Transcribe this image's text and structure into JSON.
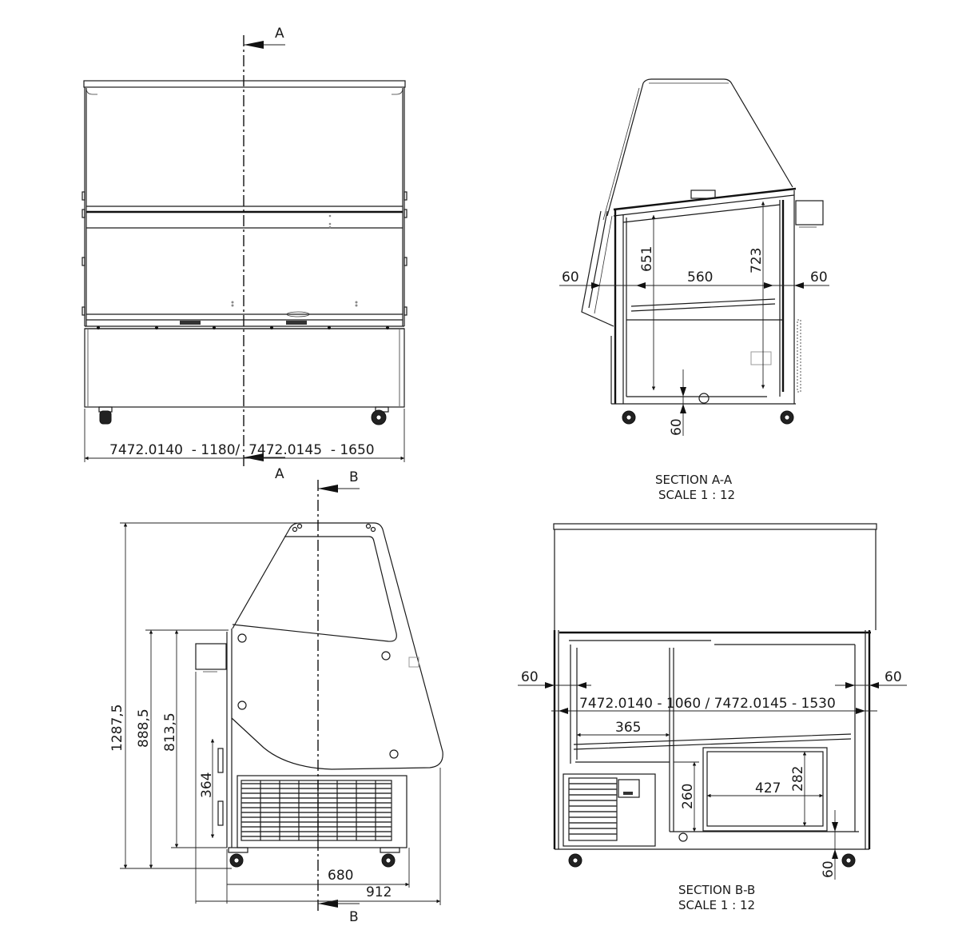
{
  "drawing": {
    "type": "technical-drawing",
    "subject": "Refrigerated display counter with curved glass",
    "line_color": "#1a1a1a",
    "background": "#ffffff"
  },
  "front_view": {
    "overall_width_label": "7472.0140  - 1180/  7472.0145  - 1650",
    "section_marker_top": "A",
    "section_marker_bottom": "A"
  },
  "section_a": {
    "title": "SECTION A-A",
    "scale": "SCALE 1 : 12",
    "dims": {
      "left_clearance": "60",
      "inner_depth": "560",
      "right_clearance": "60",
      "height_front": "651",
      "height_rear": "723",
      "bottom_offset": "60"
    }
  },
  "side_view": {
    "section_marker_top": "B",
    "section_marker_bottom": "B",
    "dims": {
      "total_height": "1287,5",
      "counter_height": "888,5",
      "tank_height": "813,5",
      "unit_height": "364",
      "inner_depth": "680",
      "total_depth": "912"
    }
  },
  "section_b": {
    "title": "SECTION B-B",
    "scale": "SCALE 1 : 12",
    "dims": {
      "left_clearance": "60",
      "right_clearance": "60",
      "inner_width_label": "7472.0140 - 1060 / 7472.0145 - 1530",
      "compartment_width": "365",
      "drawer_height": "260",
      "door_width": "427",
      "door_height": "282",
      "bottom_offset": "60"
    }
  }
}
